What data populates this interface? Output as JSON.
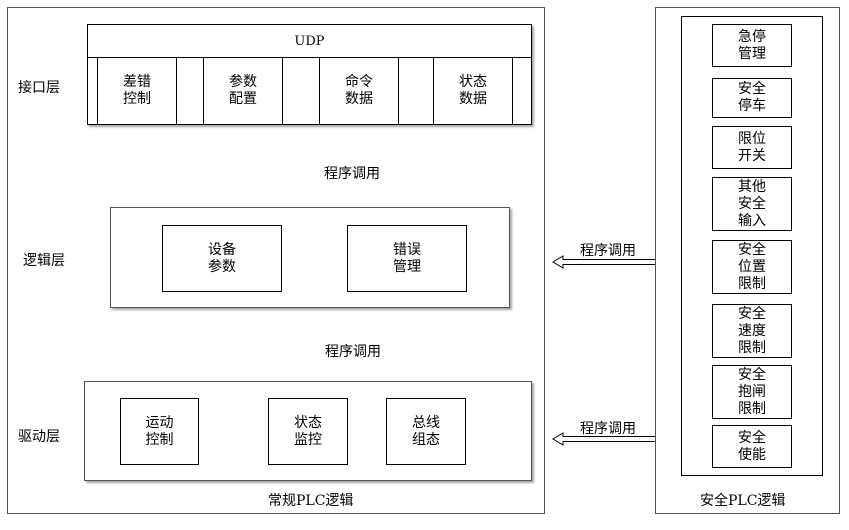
{
  "regular_plc": {
    "title": "常规PLC逻辑",
    "interface_layer": {
      "label": "接口层",
      "udp": "UDP",
      "modules": [
        "差错\n控制",
        "参数\n配置",
        "命令\n数据",
        "状态\n数据"
      ]
    },
    "logic_layer": {
      "label": "逻辑层",
      "modules": [
        "设备\n参数",
        "错误\n管理"
      ]
    },
    "driver_layer": {
      "label": "驱动层",
      "modules": [
        "运动\n控制",
        "状态\n监控",
        "总线\n组态"
      ]
    }
  },
  "safety_plc": {
    "title": "安全PLC逻辑",
    "modules": [
      "急停\n管理",
      "安全\n停车",
      "限位\n开关",
      "其他\n安全\n输入",
      "安全\n位置\n限制",
      "安全\n速度\n限制",
      "安全\n抱闸\n限制",
      "安全\n使能"
    ]
  },
  "connectors": {
    "interface_to_logic": "程序调用",
    "logic_to_driver": "程序调用",
    "logic_to_safety": "程序调用",
    "driver_to_safety": "程序调用"
  }
}
